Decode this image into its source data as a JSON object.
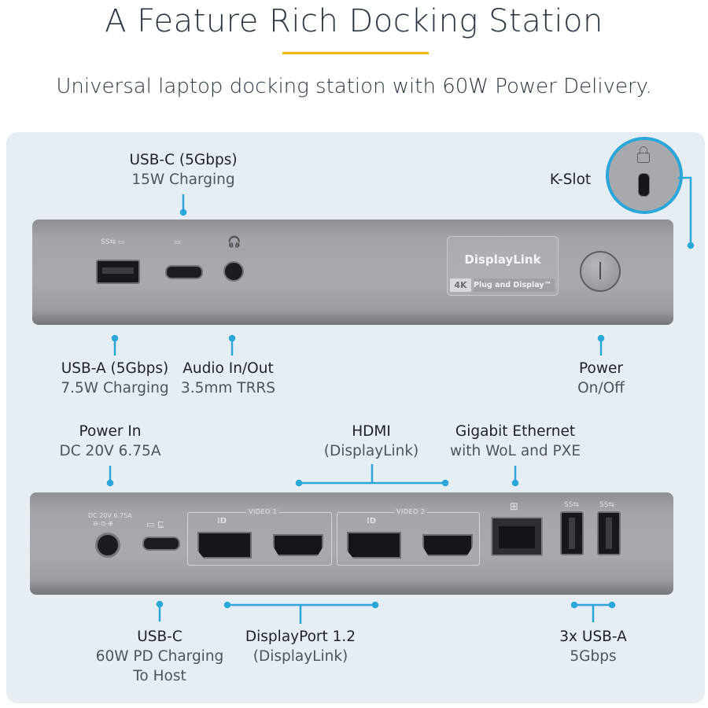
{
  "header": {
    "title": "A Feature Rich Docking Station",
    "subtitle": "Universal laptop docking station with 60W Power Delivery."
  },
  "colors": {
    "accent_rule": "#f2b705",
    "callout_blue": "#2aa6d9",
    "panel_bg": "#e6edf3",
    "dock_gray": "#a7a8ad"
  },
  "front_callouts": {
    "usbc": {
      "title": "USB-C (5Gbps)",
      "sub": "15W Charging"
    },
    "kslot": {
      "title": "K-Slot"
    },
    "usba": {
      "title": "USB-A (5Gbps)",
      "sub": "7.5W Charging"
    },
    "audio": {
      "title": "Audio In/Out",
      "sub": "3.5mm TRRS"
    },
    "power": {
      "title": "Power",
      "sub": "On/Off"
    }
  },
  "rear_callouts": {
    "power_in": {
      "title": "Power In",
      "sub": "DC 20V 6.75A"
    },
    "hdmi": {
      "title": "HDMI",
      "sub": "(DisplayLink)"
    },
    "ethernet": {
      "title": "Gigabit Ethernet",
      "sub": "with WoL and PXE"
    },
    "usbc_host": {
      "title": "USB-C",
      "sub": "60W PD Charging",
      "sub2": "To Host"
    },
    "displayport": {
      "title": "DisplayPort 1.2",
      "sub": "(DisplayLink)"
    },
    "usba3": {
      "title": "3x USB-A",
      "sub": "5Gbps"
    }
  },
  "device_markings": {
    "displaylink_name": "DisplayLink",
    "displaylink_4k": "4K",
    "displaylink_tagline": "Plug and Display™",
    "video1": "VIDEO 1",
    "video2": "VIDEO 2",
    "dc_rating": "DC 20V 6.75A",
    "ss_mark": "SS",
    "dp_mark": "⁝D"
  },
  "icons": [
    "usb-ss-icon",
    "headphone-icon",
    "lock-icon",
    "displayport-icon",
    "network-icon",
    "power-button-icon"
  ]
}
